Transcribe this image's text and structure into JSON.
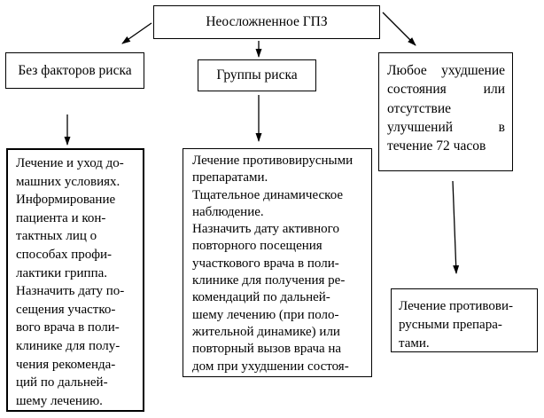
{
  "flowchart": {
    "root": {
      "label": "Неосложненное ГПЗ"
    },
    "branches": {
      "no_risk": {
        "condition": "Без факторов риска",
        "action_lines": [
          "Лечение и уход до-",
          "машних условиях.",
          "Информирование",
          "пациента и кон-",
          "тактных лиц о",
          "способах профи-",
          "лактики гриппа.",
          "Назначить дату по-",
          "сещения участко-",
          "вого врача в поли-",
          "клинике для полу-",
          "чения рекоменда-",
          "ций по дальней-",
          "шему лечению."
        ]
      },
      "risk_group": {
        "condition": "Группы риска",
        "action_lines": [
          "Лечение противовирусными",
          "препаратами.",
          "Тщательное динамическое",
          "наблюдение.",
          "Назначить дату активного",
          "повторного посещения",
          "участкового врача в поли-",
          "клинике для получения ре-",
          "комендаций по дальней-",
          "шему лечению (при поло-",
          "жительной динамике) или",
          "повторный вызов врача на",
          "дом при ухудшении состоя-"
        ]
      },
      "deterioration": {
        "condition_lines": [
          "Любое ухудшение",
          "состояния или",
          "отсутствие",
          "улучшений в",
          "течение 72 часов"
        ],
        "action_lines": [
          "Лечение противови-",
          "русными препара-",
          "тами."
        ]
      }
    },
    "colors": {
      "background": "#ffffff",
      "border": "#000000",
      "text": "#000000",
      "arrow": "#000000"
    }
  }
}
